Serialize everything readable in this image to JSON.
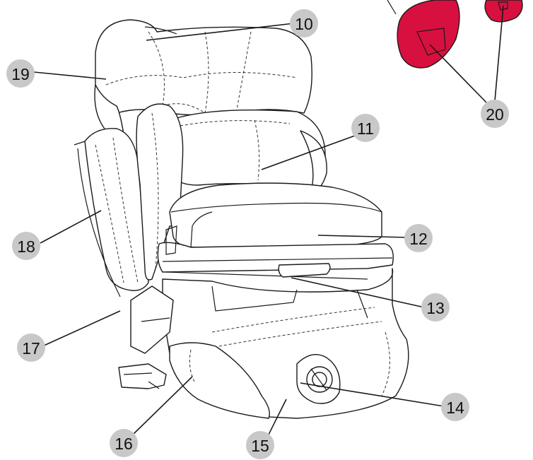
{
  "colors": {
    "pad_fill": "#d8103f",
    "badge_fill": "#c8c8c8",
    "line": "#1a1a1a"
  },
  "callouts": [
    {
      "id": "10",
      "label": "10"
    },
    {
      "id": "11",
      "label": "11"
    },
    {
      "id": "12",
      "label": "12"
    },
    {
      "id": "13",
      "label": "13"
    },
    {
      "id": "14",
      "label": "14"
    },
    {
      "id": "15",
      "label": "15"
    },
    {
      "id": "16",
      "label": "16"
    },
    {
      "id": "17",
      "label": "17"
    },
    {
      "id": "18",
      "label": "18"
    },
    {
      "id": "19",
      "label": "19"
    },
    {
      "id": "20",
      "label": "20"
    }
  ]
}
